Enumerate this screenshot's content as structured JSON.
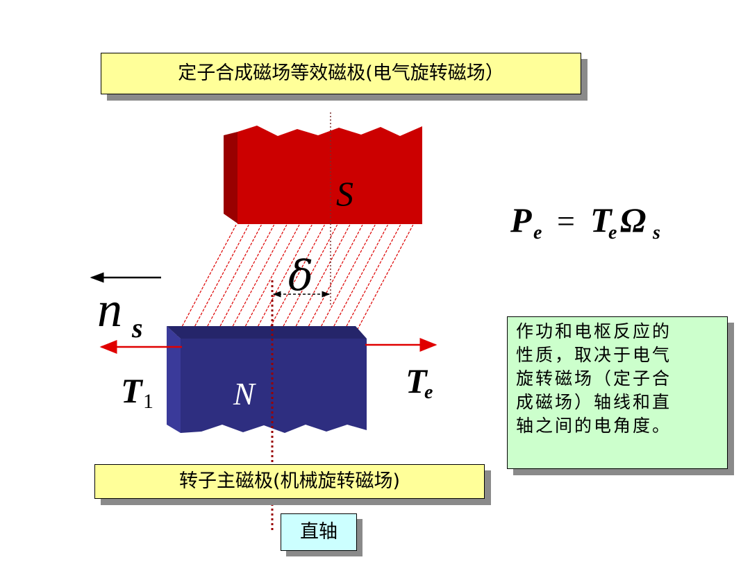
{
  "stator_label": "定子合成磁场等效磁极(电气旋转磁场）",
  "rotor_label": "转子主磁极(机械旋转磁场)",
  "axis_label": "直轴",
  "note_lines": [
    "作功和电枢反应的",
    "性质，取决于电气",
    "旋转磁场（定子合",
    "成磁场）轴线和直",
    "轴之间的电角度。"
  ],
  "pole_s": "S",
  "pole_n": "N",
  "angle_symbol": "δ",
  "speed_symbol": "n",
  "speed_subscript": "s",
  "torque_left_symbol": "T",
  "torque_left_subscript": "1",
  "torque_right_symbol": "T",
  "torque_right_subscript": "e",
  "equation": {
    "lhs": "P",
    "lhs_sub": "e",
    "eq": "=",
    "t": "T",
    "t_sub": "e",
    "omega": "Ω",
    "omega_sub": "s"
  },
  "colors": {
    "stator_pole": "#cc0000",
    "rotor_pole": "#2a2a7a",
    "field_lines": "#dd0000",
    "callout_yellow": "#ffff99",
    "callout_green": "#ccffcc",
    "callout_cyan": "#ccffff"
  }
}
